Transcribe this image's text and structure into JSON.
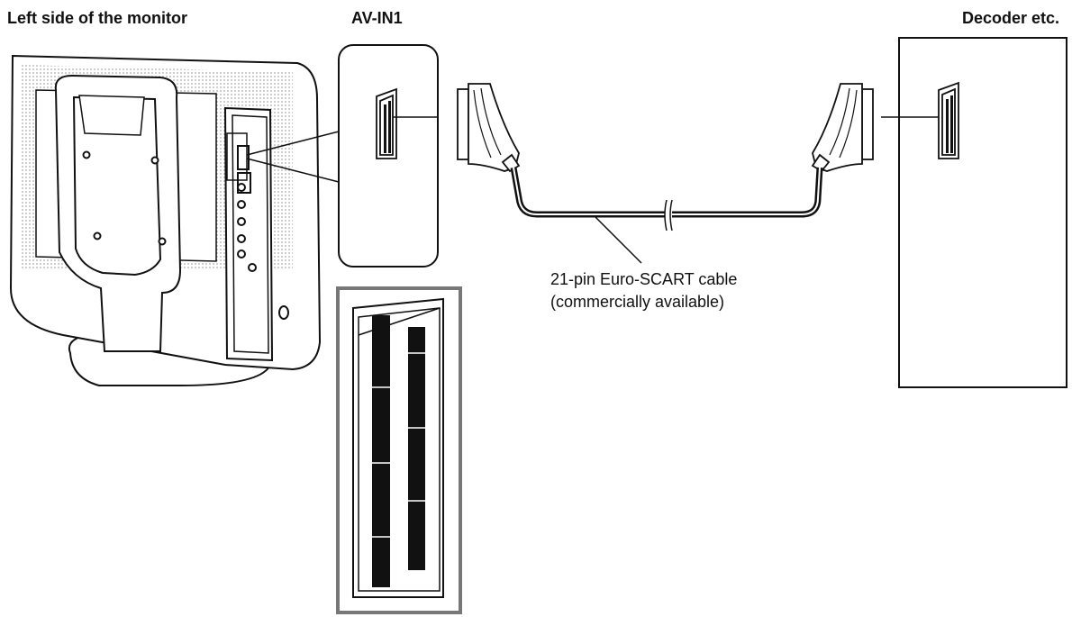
{
  "labels": {
    "monitor_side": "Left side of the monitor",
    "input_terminal": "AV-IN1",
    "external_device": "Decoder etc."
  },
  "cable": {
    "line1": "21-pin Euro-SCART cable",
    "line2": "(commercially available)"
  },
  "icons": {
    "monitor": "monitor-rear-illustration",
    "terminal": "scart-socket",
    "plug": "scart-plug",
    "cable": "cable-line",
    "device": "decoder-box"
  },
  "colors": {
    "line": "#111111",
    "frame": "#777777"
  }
}
